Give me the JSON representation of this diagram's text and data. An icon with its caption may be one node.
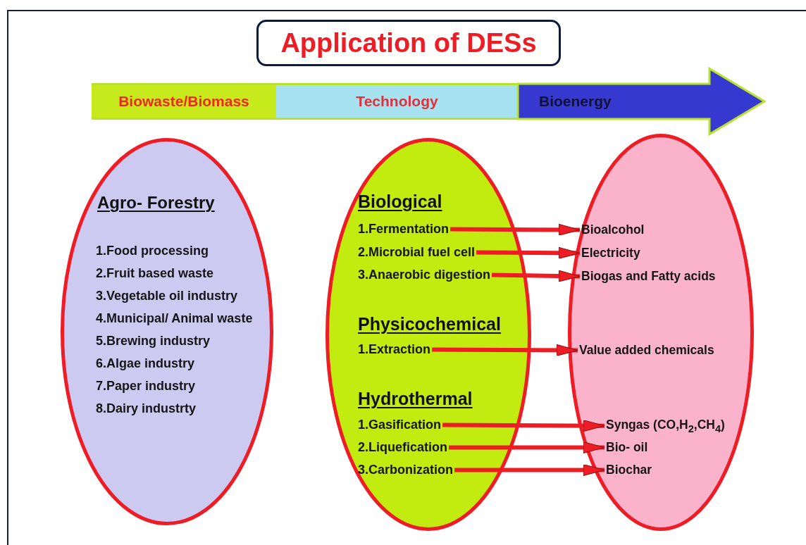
{
  "diagram": {
    "title": "Application of DESs",
    "nodes": [
      {
        "text": [
          "Biowaste/Biomass"
        ]
      },
      {
        "text": [
          "Technology"
        ]
      },
      {
        "text": [
          "Bioenergy"
        ]
      },
      {
        "text": [
          "Agro- Forestry",
          "1.Food processing",
          "2.Fruit based waste",
          "3.Vegetable oil industry",
          "4.Municipal/ Animal waste",
          "5.Brewing industry",
          "6.Algae industry",
          "7.Paper industry",
          "8.Dairy industrty"
        ]
      },
      {
        "text": [
          "Biological",
          "Physicochemical",
          "Hydrothermal"
        ]
      },
      {
        "text": [
          "1.Fermentation"
        ],
        "in": 4
      },
      {
        "text": [
          "2.Microbial fuel cell"
        ],
        "in": 4
      },
      {
        "text": [
          "3.Anaerobic digestion"
        ],
        "in": 4
      },
      {
        "text": [
          "1.Extraction"
        ],
        "in": 4
      },
      {
        "text": [
          "1.Gasification"
        ],
        "in": 4
      },
      {
        "text": [
          "2.Liquefication"
        ],
        "in": 4
      },
      {
        "text": [
          "3.Carbonization"
        ],
        "in": 4
      },
      {
        "text": [],
        "shape": "ellipse"
      },
      {
        "text": [
          "Bioalcohol"
        ],
        "in": 12
      },
      {
        "text": [
          "Electricity"
        ],
        "in": 12
      },
      {
        "text": [
          "Biogas and Fatty acids"
        ],
        "in": 12
      },
      {
        "text": [
          "Value added chemicals"
        ],
        "in": 12
      },
      {
        "text": [
          "Syngas (CO,H$_{2}$,CH$_{4}$)"
        ],
        "in": 12
      },
      {
        "text": [
          "Bio- oil"
        ],
        "in": 12
      },
      {
        "text": [
          "Biochar"
        ],
        "in": 12
      }
    ],
    "edges": [
      {
        "from": 5,
        "to": 13,
        "arrow": "to"
      },
      {
        "from": 6,
        "to": 14,
        "arrow": "to"
      },
      {
        "from": 7,
        "to": 15,
        "arrow": "to"
      },
      {
        "from": 8,
        "to": 16,
        "arrow": "to"
      },
      {
        "from": 9,
        "to": 17,
        "arrow": "to"
      },
      {
        "from": 10,
        "to": 18,
        "arrow": "to"
      },
      {
        "from": 11,
        "to": 19,
        "arrow": "to"
      }
    ]
  }
}
